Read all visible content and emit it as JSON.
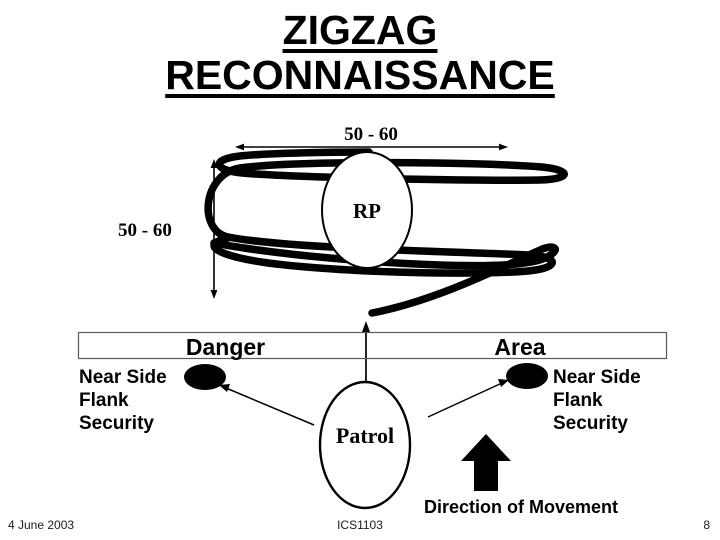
{
  "slide": {
    "title_line1": "ZIGZAG ",
    "title_line2": "RECONNAISSANCE"
  },
  "diagram": {
    "dimension_top": "50 - 60",
    "dimension_left": "50 - 60",
    "rp_label": "RP",
    "patrol_label": "Patrol",
    "danger_label": "Danger",
    "area_label": "Area",
    "flank_left": "Near Side\nFlank\nSecurity",
    "flank_right": "Near Side\nFlank\nSecurity",
    "direction_label": "Direction of Movement"
  },
  "footer": {
    "date": "4 June 2003",
    "code": "ICS1103",
    "page": "8"
  },
  "colors": {
    "ink": "#000000",
    "band_border": "#595959",
    "background": "#ffffff"
  }
}
